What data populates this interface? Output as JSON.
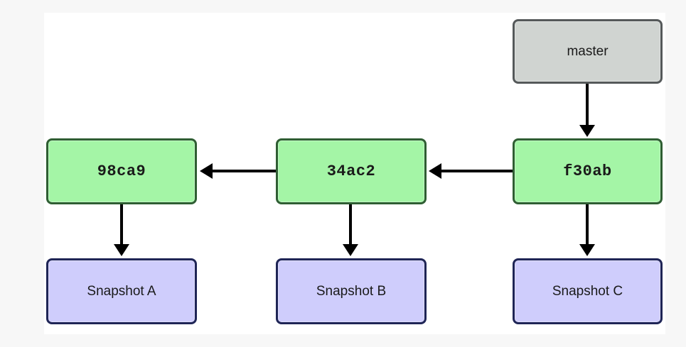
{
  "branch": {
    "label": "master"
  },
  "commits": [
    {
      "id": "98ca9"
    },
    {
      "id": "34ac2"
    },
    {
      "id": "f30ab"
    }
  ],
  "snapshots": [
    {
      "label": "Snapshot A"
    },
    {
      "label": "Snapshot B"
    },
    {
      "label": "Snapshot C"
    }
  ],
  "colors": {
    "branch_fill": "#d0d4d1",
    "commit_fill": "#a4f5a6",
    "snapshot_fill": "#cfcdfc",
    "arrow": "#000000"
  }
}
